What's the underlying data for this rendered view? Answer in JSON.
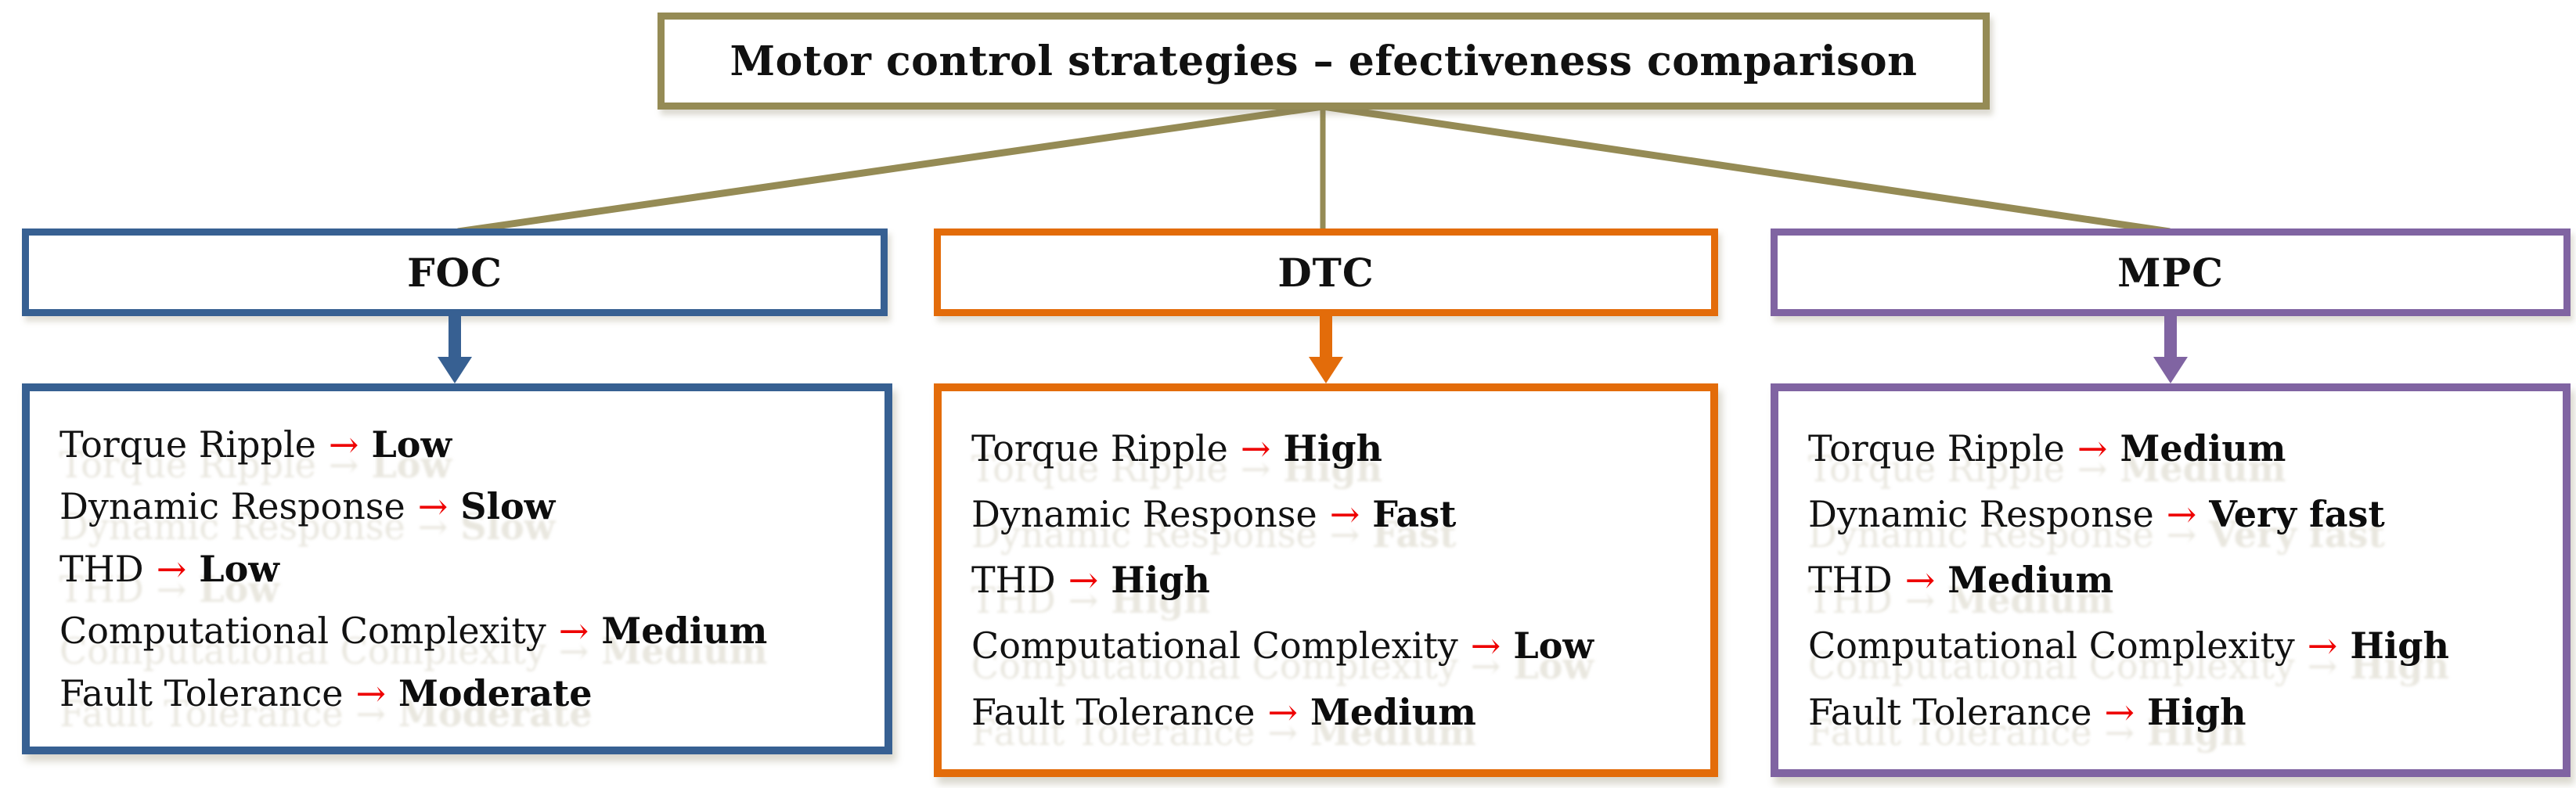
{
  "figure": {
    "title": "Motor control strategies – efectiveness comparison"
  },
  "glyphs": {
    "arrow": "→"
  },
  "colors": {
    "connector_olive": "#958B55",
    "foc_accent": "#376092",
    "dtc_accent": "#E36C0A",
    "mpc_accent": "#8064A2",
    "arrow_red": "#EE0000",
    "text": "#111111"
  },
  "columns": [
    {
      "label": "FOC",
      "attributes": [
        {
          "label": "Torque Ripple",
          "value": "Low"
        },
        {
          "label": "Dynamic Response",
          "value": "Slow"
        },
        {
          "label": "THD",
          "value": "Low"
        },
        {
          "label": "Computational Complexity",
          "value": "Medium"
        },
        {
          "label": "Fault Tolerance",
          "value": "Moderate"
        }
      ]
    },
    {
      "label": "DTC",
      "attributes": [
        {
          "label": "Torque Ripple",
          "value": "High"
        },
        {
          "label": "Dynamic Response",
          "value": "Fast"
        },
        {
          "label": "THD",
          "value": "High"
        },
        {
          "label": "Computational Complexity",
          "value": "Low"
        },
        {
          "label": "Fault Tolerance",
          "value": "Medium"
        }
      ]
    },
    {
      "label": "MPC",
      "attributes": [
        {
          "label": "Torque Ripple",
          "value": "Medium"
        },
        {
          "label": "Dynamic Response",
          "value": "Very fast"
        },
        {
          "label": "THD",
          "value": "Medium"
        },
        {
          "label": "Computational Complexity",
          "value": "High"
        },
        {
          "label": "Fault Tolerance",
          "value": "High"
        }
      ]
    }
  ]
}
